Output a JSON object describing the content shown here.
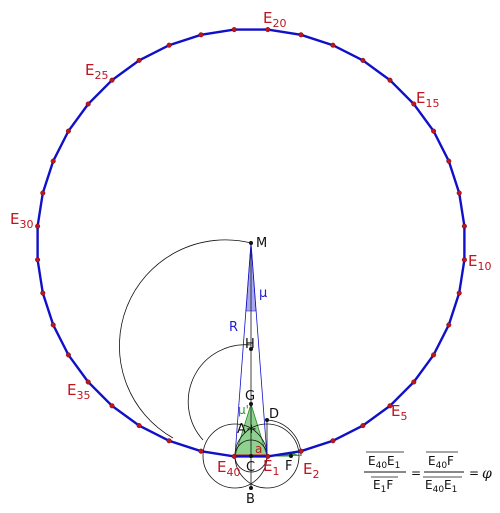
{
  "colors": {
    "polygon": "#1010c8",
    "vertex": "#c0151f",
    "construction": "#111111",
    "triangle_fill": "#8fd18f",
    "wedge_fill": "#a9a9f0",
    "label_red": "#c0151f",
    "label_blue": "#1f1fd6",
    "label_green": "#1e9a1e"
  },
  "vertex_labels": [
    {
      "name": "E",
      "sub": "20"
    },
    {
      "name": "E",
      "sub": "25"
    },
    {
      "name": "E",
      "sub": "15"
    },
    {
      "name": "E",
      "sub": "30"
    },
    {
      "name": "E",
      "sub": "10"
    },
    {
      "name": "E",
      "sub": "35"
    },
    {
      "name": "E",
      "sub": "5"
    },
    {
      "name": "E",
      "sub": "40"
    },
    {
      "name": "E",
      "sub": "1"
    },
    {
      "name": "E",
      "sub": "2"
    }
  ],
  "point_labels": {
    "M": "M",
    "H": "H",
    "G": "G",
    "D": "D",
    "A": "A",
    "C": "C",
    "F": "F",
    "B": "B"
  },
  "segment_labels": {
    "R": "R",
    "a": "a"
  },
  "angle_labels": {
    "mu": "μ",
    "mu_prime": "μ'"
  },
  "formula": {
    "lhs_num": "E40E1",
    "lhs_den": "E1F",
    "rhs_num": "E40F",
    "rhs_den": "E40E1",
    "equals": "=",
    "phi": "φ",
    "tokens": {
      "E": "E",
      "F": "F",
      "sub40": "40",
      "sub1": "1"
    }
  }
}
